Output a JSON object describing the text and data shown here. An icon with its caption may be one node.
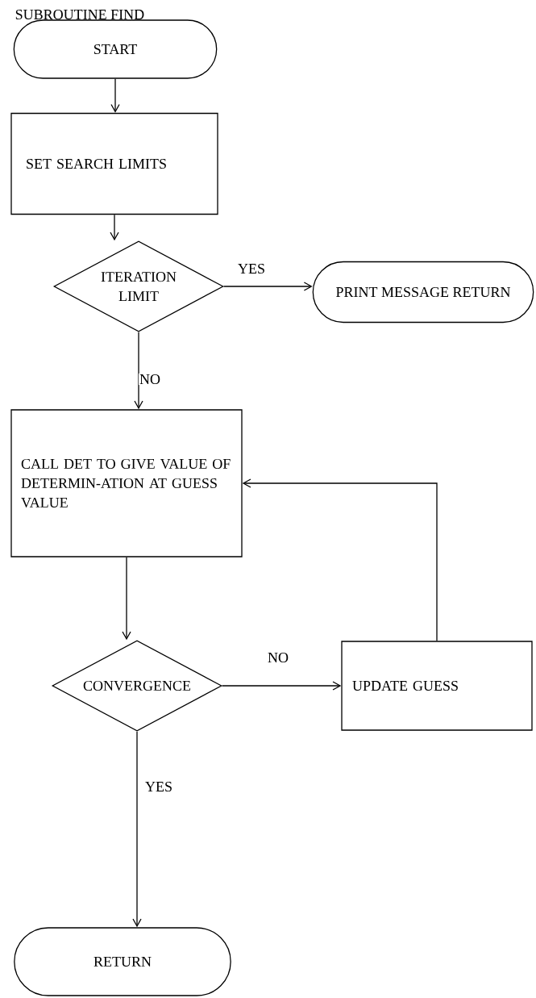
{
  "diagram": {
    "title": "SUBROUTINE FIND",
    "nodes": [
      {
        "text": [
          "START"
        ]
      },
      {
        "text": [
          "SET SEARCH LIMITS"
        ]
      },
      {
        "text": [
          "ITERATION LIMIT"
        ]
      },
      {
        "text": [
          "PRINT MESSAGE RETURN"
        ]
      },
      {
        "text": [
          "CALL DET TO GIVE VALUE OF DETERMIN-ATION AT GUESS VALUE"
        ]
      },
      {
        "text": [
          "CONVERGENCE"
        ]
      },
      {
        "text": [
          "UPDATE GUESS"
        ]
      },
      {
        "text": [
          "RETURN"
        ]
      }
    ],
    "edges": [
      {
        "from": 0,
        "to": 1,
        "arrow": "to"
      },
      {
        "from": 1,
        "to": 2,
        "arrow": "to"
      },
      {
        "from": 2,
        "to": 3,
        "arrow": "to",
        "label": "YES"
      },
      {
        "from": 2,
        "to": 4,
        "arrow": "to",
        "label": "NO"
      },
      {
        "from": 4,
        "to": 5,
        "arrow": "to"
      },
      {
        "from": 5,
        "to": 6,
        "arrow": "to",
        "label": "NO"
      },
      {
        "from": 6,
        "to": 4,
        "arrow": "to"
      },
      {
        "from": 5,
        "to": 7,
        "arrow": "to",
        "label": "YES"
      }
    ]
  }
}
